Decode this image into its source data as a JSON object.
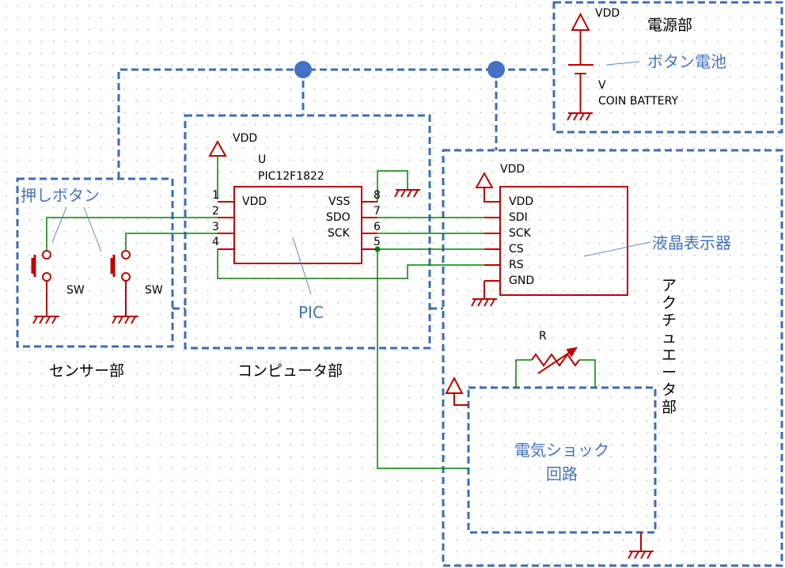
{
  "sections": {
    "power": "電源部",
    "sensor": "センサー部",
    "computer": "コンピュータ部",
    "actuator": "アクチュエータ部"
  },
  "callouts": {
    "coin_battery": "ボタン電池",
    "push_button": "押しボタン",
    "pic": "PIC",
    "lcd": "液晶表示器",
    "shock": "電気ショック\n回路"
  },
  "battery": {
    "vdd": "VDD",
    "ref": "V",
    "name": "COIN BATTERY"
  },
  "pic": {
    "vdd": "VDD",
    "ref": "U",
    "part": "PIC12F1822",
    "left_pins": [
      "1",
      "2",
      "3",
      "4"
    ],
    "left_pin_names": [
      "VDD"
    ],
    "right_pins": [
      "8",
      "7",
      "6",
      "5"
    ],
    "right_pin_names": [
      "VSS",
      "SDO",
      "SCK"
    ]
  },
  "lcd": {
    "vdd": "VDD",
    "pins": [
      "VDD",
      "SDI",
      "SCK",
      "CS",
      "RS",
      "GND"
    ]
  },
  "switches": [
    "SW",
    "SW"
  ],
  "resistor": "R"
}
